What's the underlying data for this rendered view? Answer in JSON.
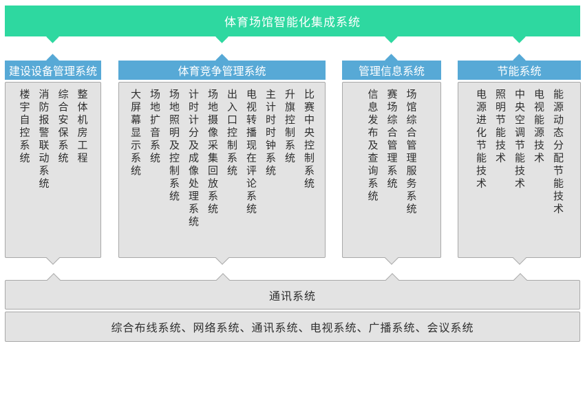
{
  "banner": {
    "title": "体育场馆智能化集成系统"
  },
  "columns": [
    {
      "title": "建设设备管理系统",
      "items": [
        "整体机房工程",
        "综合安保系统",
        "消防报警联动系统",
        "楼宇自控系统"
      ]
    },
    {
      "title": "体育竞争管理系统",
      "items": [
        "比赛中央控制系统",
        "升旗控制系统",
        "主计时时钟系统",
        "电视转播现在评论系统",
        "出入口控制系统",
        "场地摄像采集回放系统",
        "计时计分及成像处理系统",
        "场地照明及控制系统",
        "场地扩音系统",
        "大屏幕显示系统"
      ]
    },
    {
      "title": "管理信息系统",
      "items": [
        "场馆综合管理服务系统",
        "赛场综合管理系统",
        "信息发布及查询系统"
      ]
    },
    {
      "title": "节能系统",
      "items": [
        "能源动态分配节能技术",
        "电视能源技术",
        "中央空调节能技术",
        "照明节能技术",
        "电源进化节能技术"
      ]
    }
  ],
  "comm": {
    "title": "通讯系统"
  },
  "subsystems": {
    "text": "综合布线系统、网络系统、通讯系统、电视系统、广播系统、会议系统"
  },
  "colors": {
    "green": "#2ed8a0",
    "blue": "#57a9d6",
    "gray": "#e3e3e3",
    "border": "#a8a8a8"
  }
}
